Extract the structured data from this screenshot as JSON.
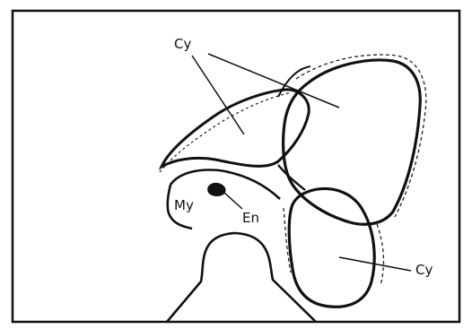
{
  "labels": {
    "cy_top": "Cy",
    "cy_bottom": "Cy",
    "my": "My",
    "en": "En"
  },
  "colors": {
    "ink": "#111111",
    "paper": "#ffffff"
  }
}
